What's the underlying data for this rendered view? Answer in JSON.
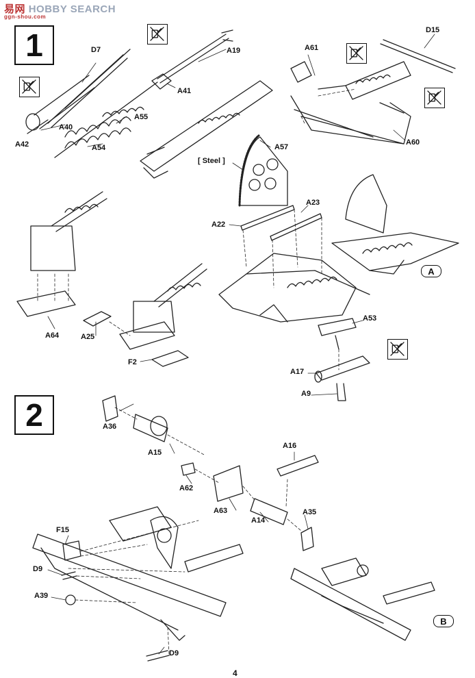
{
  "watermark": {
    "brand_cn": "易网",
    "brand": "HOBBY SEARCH",
    "url": "ggn-shou.com"
  },
  "steps": [
    {
      "number": "1"
    },
    {
      "number": "2"
    }
  ],
  "subassemblies": {
    "a": "A",
    "b": "B"
  },
  "step1_labels": {
    "d7": "D7",
    "a19": "A19",
    "a41": "A41",
    "a40": "A40",
    "a42": "A42",
    "a55": "A55",
    "a54": "A54",
    "a61": "A61",
    "d15": "D15",
    "a60": "A60",
    "a57": "A57",
    "steel": "[ Steel ]",
    "a23": "A23",
    "a22": "A22",
    "a64": "A64",
    "a25": "A25",
    "f2": "F2",
    "a53": "A53",
    "a17": "A17",
    "a9": "A9"
  },
  "step2_labels": {
    "a36": "A36",
    "a15": "A15",
    "a16": "A16",
    "a62": "A62",
    "a63": "A63",
    "a14": "A14",
    "a35": "A35",
    "f15": "F15",
    "d9_top": "D9",
    "a39": "A39",
    "d9_bottom": "D9"
  },
  "icons": [
    "no-cement-icon",
    "no-cement-icon",
    "no-cement-icon",
    "no-cement-icon",
    "no-cement-icon"
  ],
  "page_number": "4"
}
